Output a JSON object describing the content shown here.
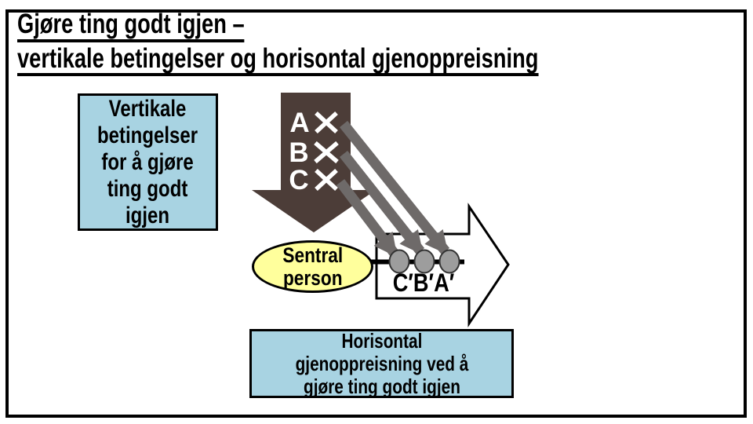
{
  "colors": {
    "box_blue": "#A8D3E2",
    "ellipse_yellow": "#FFFF9C",
    "arrow_dark": "#4C3D38",
    "arrow_gray": "#6E6A69",
    "circle_fill": "#9D9D9D"
  },
  "title": {
    "line1": "Gjøre ting godt igjen –",
    "line2": "vertikale betingelser og horisontal gjenoppreisning"
  },
  "vertical_conditions_box": {
    "lines": [
      "Vertikale",
      "betingelser",
      "for å gjøre",
      "ting godt",
      "igjen"
    ]
  },
  "down_arrow": {
    "items": [
      {
        "letter": "A"
      },
      {
        "letter": "B"
      },
      {
        "letter": "C"
      }
    ]
  },
  "central_person": {
    "lines": [
      "Sentral",
      "person"
    ]
  },
  "horizontal_arrow": {
    "sequence_label": "C′B′A′"
  },
  "restoration_box": {
    "lines": [
      "Horisontal",
      "gjenoppreisning ved å",
      "gjøre ting godt igjen"
    ]
  }
}
